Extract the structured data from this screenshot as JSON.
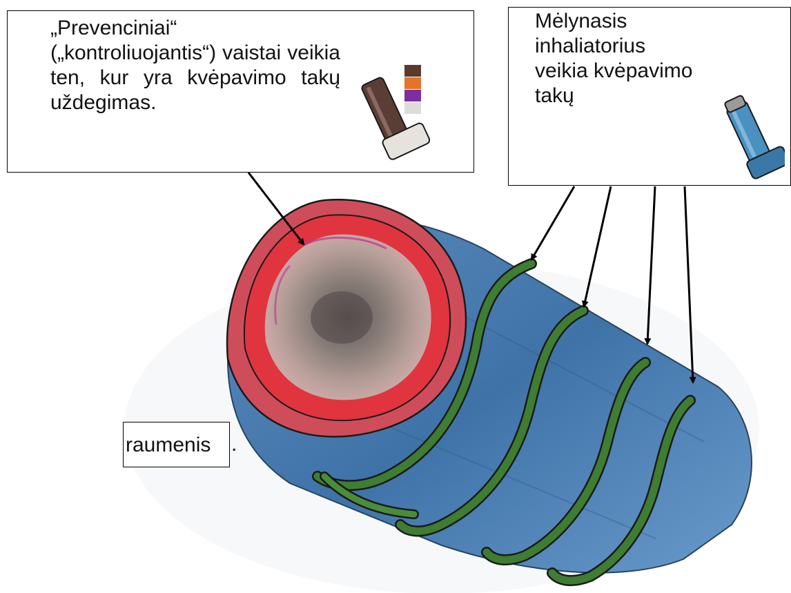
{
  "callouts": {
    "preventer_text": "„Prevenciniai“ („kontroliuojantis“) vaistai veikia ten, kur yra kvėpavimo takų uždegimas.",
    "reliever_text": "Mėlynasis inhaliatorius veikia kvėpavimo takų",
    "muscle_label": "raumenis",
    "muscle_label_period": "."
  },
  "icons": {
    "preventer_inhaler": "brown-inhaler-icon",
    "color_swatches": "inhaler-color-swatches-icon",
    "reliever_inhaler": "blue-inhaler-icon",
    "swatch_colors": [
      "#5a3a2a",
      "#e8722a",
      "#7b2fa0",
      "#dcdcdc"
    ]
  },
  "colors": {
    "airway_lining": "#d8283a",
    "airway_inflamed_center": "#6f6661",
    "airway_wall": "#4f7fad",
    "muscle_bands": "#3f7d32",
    "reliever_inhaler": "#4a90c0",
    "preventer_inhaler": "#5a3e36"
  }
}
